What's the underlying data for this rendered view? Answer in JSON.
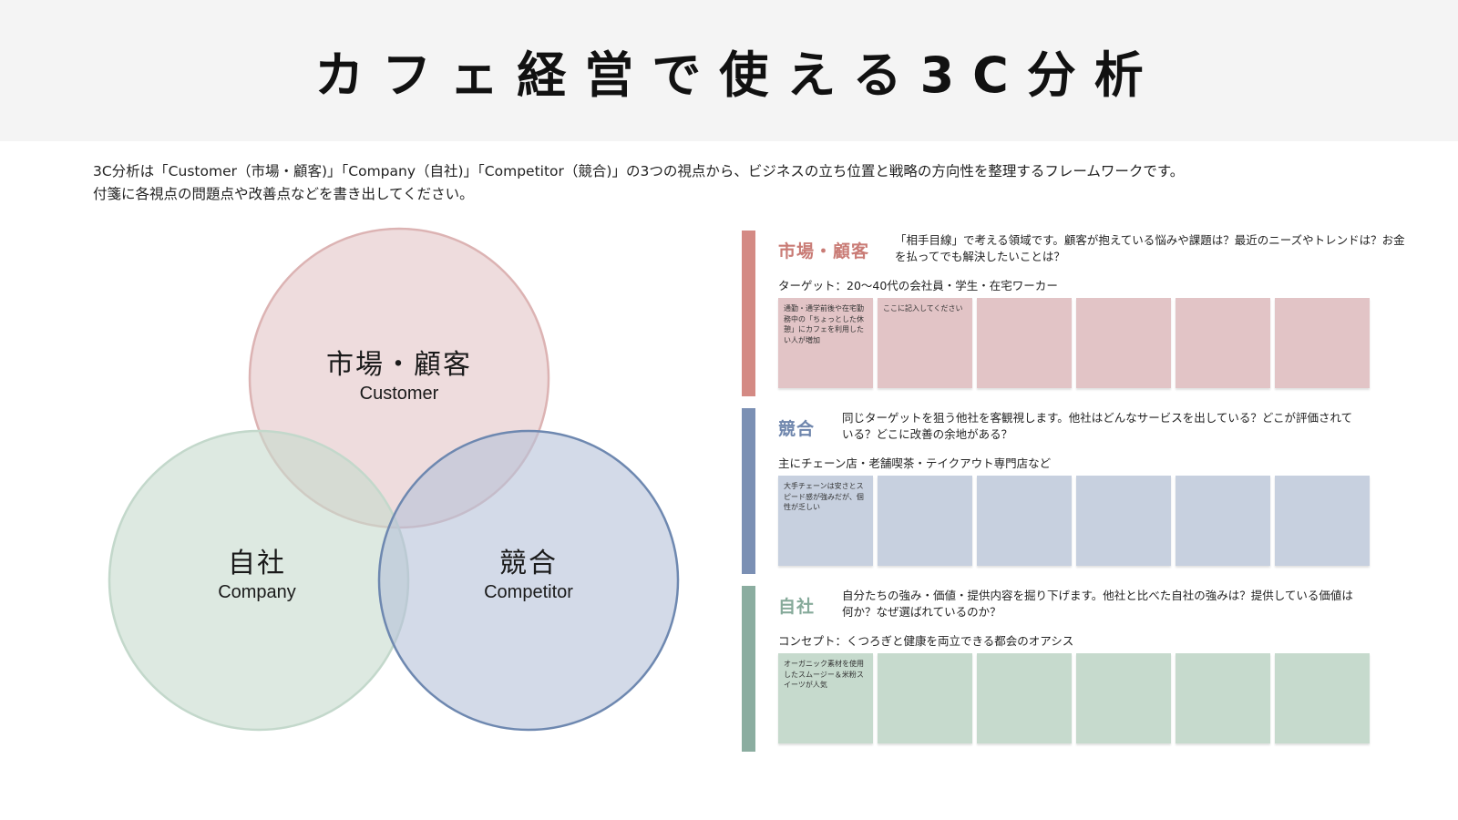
{
  "header": {
    "title": "カフェ経営で使える3C分析"
  },
  "intro": {
    "line1": "3C分析は「Customer（市場・顧客)」「Company（自社)」「Competitor（競合)」の3つの視点から、ビジネスの立ち位置と戦略の方向性を整理するフレームワークです。",
    "line2": "付箋に各視点の問題点や改善点などを書き出してください。"
  },
  "venn": {
    "customer": {
      "jp": "市場・顧客",
      "en": "Customer"
    },
    "company": {
      "jp": "自社",
      "en": "Company"
    },
    "competitor": {
      "jp": "競合",
      "en": "Competitor"
    }
  },
  "colors": {
    "customer_bar": "#d48a84",
    "customer_title": "#c97b75",
    "customer_note": "#e2c4c6",
    "competitor_bar": "#7b90b4",
    "competitor_title": "#6f86ad",
    "competitor_note": "#c7d0df",
    "company_bar": "#8bada0",
    "company_title": "#86aa9a",
    "company_note": "#c6dacd"
  },
  "sections": {
    "customer": {
      "title": "市場・顧客",
      "desc": "「相手目線」で考える領域です。顧客が抱えている悩みや課題は？最近のニーズやトレンドは？お金を払ってでも解決したいことは？",
      "sub": "ターゲット：20〜40代の会社員・学生・在宅ワーカー",
      "notes": [
        "通勤・通学前後や在宅勤務中の「ちょっとした休憩」にカフェを利用したい人が増加",
        "ここに記入してください",
        "",
        "",
        "",
        ""
      ]
    },
    "competitor": {
      "title": "競合",
      "desc": "同じターゲットを狙う他社を客観視します。他社はどんなサービスを出している？どこが評価されている？どこに改善の余地がある？",
      "sub": "主にチェーン店・老舗喫茶・テイクアウト専門店など",
      "notes": [
        "大手チェーンは安さとスピード感が強みだが、個性が乏しい",
        "",
        "",
        "",
        "",
        ""
      ]
    },
    "company": {
      "title": "自社",
      "desc": "自分たちの強み・価値・提供内容を掘り下げます。他社と比べた自社の強みは？提供している価値は何か？なぜ選ばれているのか？",
      "sub": "コンセプト：くつろぎと健康を両立できる都会のオアシス",
      "notes": [
        "オーガニック素材を使用したスムージー＆米粉スイーツが人気",
        "",
        "",
        "",
        "",
        ""
      ]
    }
  }
}
